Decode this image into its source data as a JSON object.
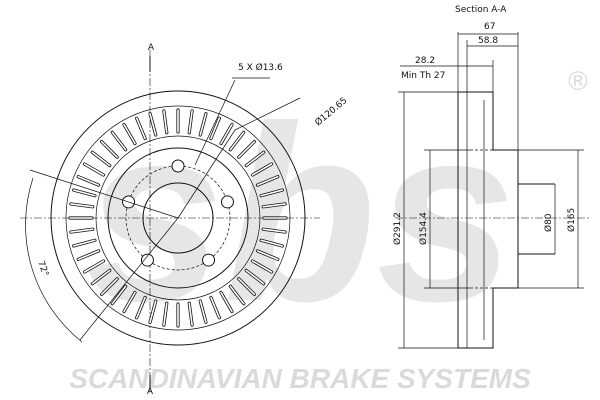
{
  "section_title": "Section A-A",
  "dimensions": {
    "overall_width": "67",
    "hat_width": "58.8",
    "thickness": "28.2",
    "min_thickness": "Min Th 27",
    "bolt_holes": "5 X Ø13.6",
    "pcd": "Ø120.65",
    "angle": "72°",
    "outer_diameter": "Ø291.2",
    "hat_diameter": "Ø154.4",
    "center_bore": "Ø80",
    "hub_diameter": "Ø165"
  },
  "section_marks": {
    "top": "A",
    "bottom": "A"
  },
  "watermark": {
    "logo": "sbs",
    "registered": "®",
    "company": "SCANDINAVIAN BRAKE SYSTEMS"
  },
  "colors": {
    "line": "#111111",
    "watermark": "#dcdcdc"
  }
}
